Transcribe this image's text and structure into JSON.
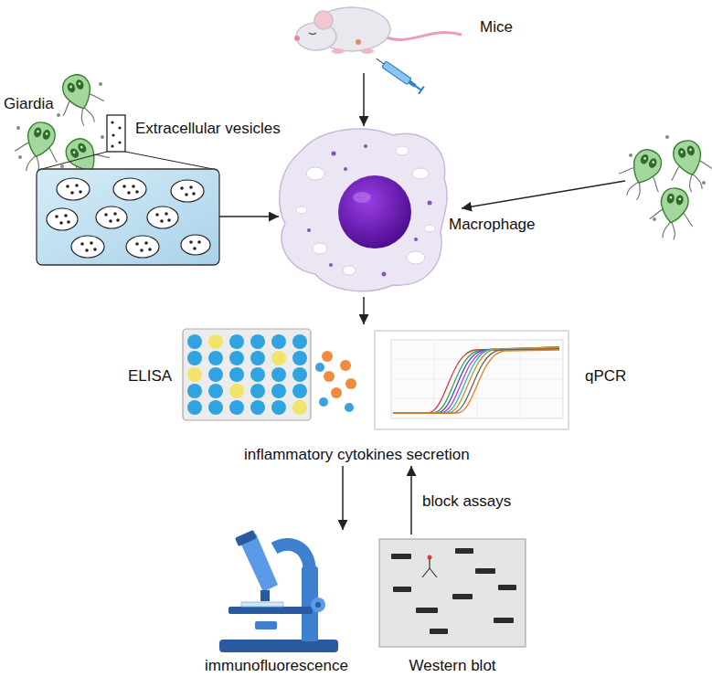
{
  "diagram": {
    "nodes": [
      {
        "text": [
          "Mice"
        ]
      },
      {
        "text": [
          "Extracellular vesicles"
        ]
      },
      {
        "text": [
          "Macrophage"
        ]
      },
      {
        "text": [
          "ELISA",
          "qPCR",
          "inflammatory cytokines secretion"
        ]
      },
      {
        "text": [
          "immunofluorescence"
        ]
      },
      {
        "text": [
          "Western blot"
        ]
      }
    ],
    "edges": [
      {
        "from": 0,
        "to": 2,
        "arrow": "to"
      },
      {
        "from": 1,
        "to": 2,
        "arrow": "to"
      },
      {
        "from": 2,
        "to": 3,
        "arrow": "to"
      },
      {
        "from": 3,
        "to": 4,
        "arrow": "to"
      },
      {
        "from": 5,
        "to": 3,
        "label": "block assays",
        "arrow": "to"
      }
    ],
    "labels": [
      "Giardia"
    ]
  }
}
